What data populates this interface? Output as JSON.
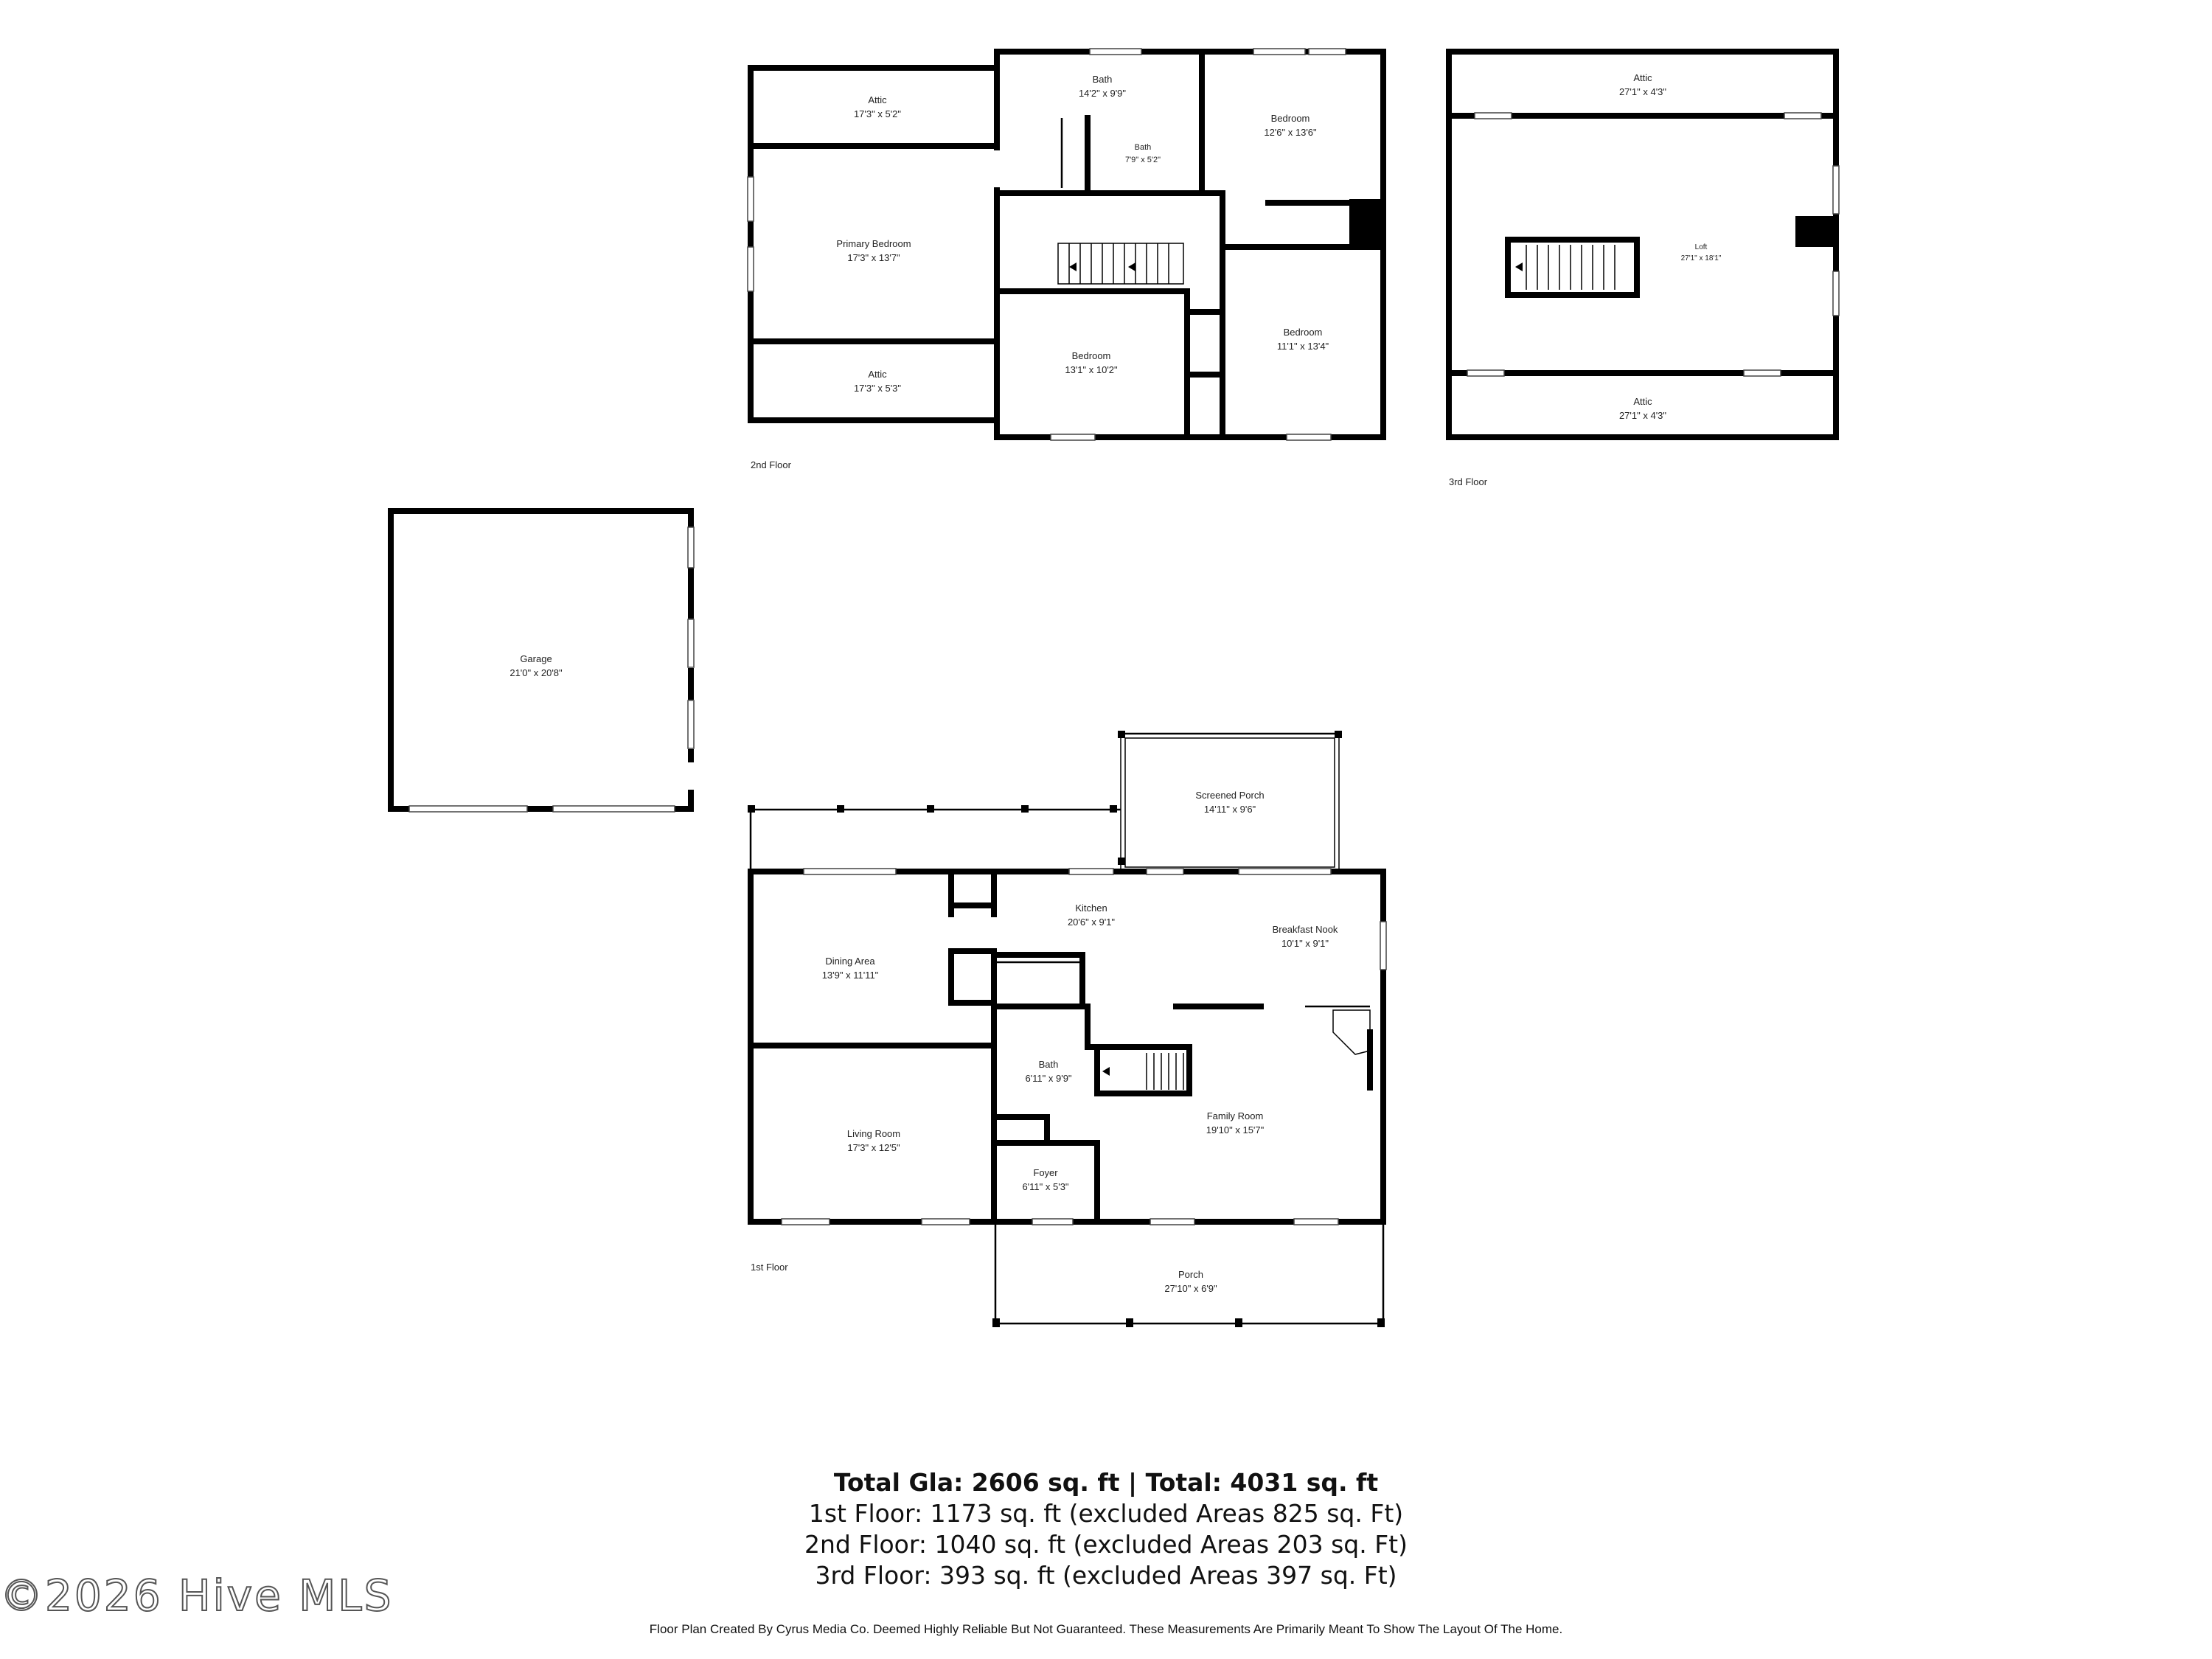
{
  "second_floor": {
    "label": "2nd Floor",
    "rooms": [
      {
        "name": "Attic",
        "size": "17'3\" x 5'2\""
      },
      {
        "name": "Bath",
        "size": "14'2\" x 9'9\""
      },
      {
        "name": "Bedroom",
        "size": "12'6\" x 13'6\""
      },
      {
        "name": "Bath",
        "size": "7'9\" x 5'2\""
      },
      {
        "name": "Primary Bedroom",
        "size": "17'3\" x 13'7\""
      },
      {
        "name": "Bedroom",
        "size": "11'1\" x 13'4\""
      },
      {
        "name": "Bedroom",
        "size": "13'1\" x 10'2\""
      },
      {
        "name": "Attic",
        "size": "17'3\" x 5'3\""
      }
    ]
  },
  "third_floor": {
    "label": "3rd Floor",
    "rooms": [
      {
        "name": "Attic",
        "size": "27'1\" x 4'3\""
      },
      {
        "name": "Loft",
        "size": "27'1\" x 18'1\""
      },
      {
        "name": "Attic",
        "size": "27'1\" x 4'3\""
      }
    ]
  },
  "garage": {
    "name": "Garage",
    "size": "21'0\" x 20'8\""
  },
  "first_floor": {
    "label": "1st Floor",
    "rooms": [
      {
        "name": "Screened Porch",
        "size": "14'11\" x 9'6\""
      },
      {
        "name": "Kitchen",
        "size": "20'6\" x 9'1\""
      },
      {
        "name": "Breakfast Nook",
        "size": "10'1\" x 9'1\""
      },
      {
        "name": "Dining Area",
        "size": "13'9\" x 11'11\""
      },
      {
        "name": "Bath",
        "size": "6'11\" x 9'9\""
      },
      {
        "name": "Family Room",
        "size": "19'10\" x 15'7\""
      },
      {
        "name": "Living Room",
        "size": "17'3\" x 12'5\""
      },
      {
        "name": "Foyer",
        "size": "6'11\" x 5'3\""
      },
      {
        "name": "Porch",
        "size": "27'10\" x 6'9\""
      }
    ]
  },
  "summary": {
    "total": "Total Gla: 2606 sq. ft | Total: 4031 sq. ft",
    "floor1": "1st Floor: 1173 sq. ft (excluded Areas 825 sq. Ft)",
    "floor2": "2nd Floor: 1040 sq. ft (excluded Areas 203 sq. Ft)",
    "floor3": "3rd Floor: 393 sq. ft (excluded Areas 397 sq. Ft)"
  },
  "disclaimer": "Floor Plan Created By Cyrus Media Co. Deemed Highly Reliable But Not Guaranteed. These Measurements Are Primarily Meant To Show The Layout Of The Home.",
  "watermark": "©2026 Hive MLS"
}
